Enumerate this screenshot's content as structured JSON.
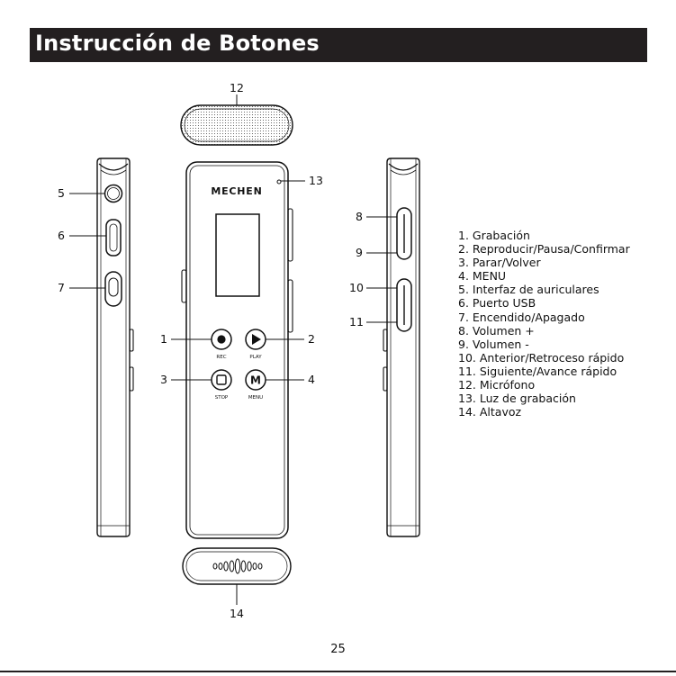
{
  "header": {
    "title": "Instrucción de Botones"
  },
  "device": {
    "brand": "MECHEN",
    "buttons": {
      "rec": "REC",
      "play": "PLAY",
      "stop": "STOP",
      "menu": "MENU",
      "menu_glyph": "M"
    }
  },
  "callouts": {
    "c1": "1",
    "c2": "2",
    "c3": "3",
    "c4": "4",
    "c5": "5",
    "c6": "6",
    "c7": "7",
    "c8": "8",
    "c9": "9",
    "c10": "10",
    "c11": "11",
    "c12": "12",
    "c13": "13",
    "c14": "14"
  },
  "legend": [
    "1. Grabación",
    "2. Reproducir/Pausa/Confirmar",
    "3. Parar/Volver",
    "4. MENU",
    "5. Interfaz de auriculares",
    "6. Puerto USB",
    "7. Encendido/Apagado",
    "8. Volumen +",
    "9. Volumen -",
    "10. Anterior/Retroceso rápido",
    "11. Siguiente/Avance rápido",
    "12. Micrófono",
    "13. Luz de grabación",
    "14. Altavoz"
  ],
  "footer": {
    "page_number": "25"
  }
}
